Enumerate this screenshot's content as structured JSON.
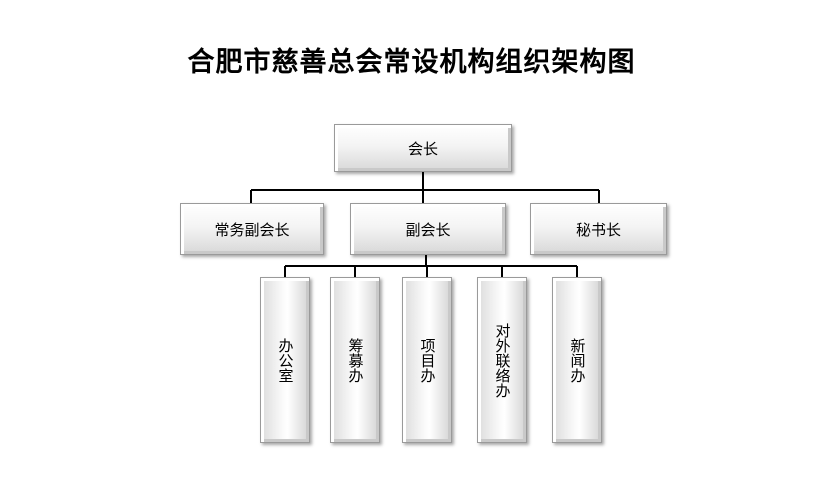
{
  "title": "合肥市慈善总会常设机构组织架构图",
  "chart": {
    "root": "会长",
    "level2": [
      "常务副会长",
      "副会长",
      "秘书长"
    ],
    "level3": [
      "办公室",
      "筹募办",
      "项目办",
      "对外联络办",
      "新闻办"
    ]
  }
}
